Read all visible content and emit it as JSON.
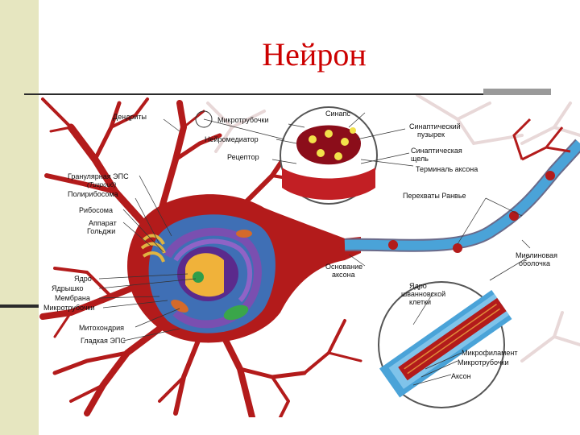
{
  "slide": {
    "title": "Нейрон"
  },
  "labels": {
    "dendrites": "Дендриты",
    "microtubules_top": "Микротрубочки",
    "neurotransmitter": "Нейромедиатор",
    "receptor": "Рецептор",
    "granular_er": "Гранулярная ЭПС",
    "granular_er_note": "(Тигроид)",
    "polyribosome": "Полирибосома",
    "ribosome": "Рибосома",
    "golgi_line1": "Аппарат",
    "golgi_line2": "Гольджи",
    "nucleus": "Ядро",
    "nucleolus": "Ядрышко",
    "membrane": "Мембрана",
    "microtubules_left": "Микротрубочки",
    "mitochondria": "Митохондрия",
    "smooth_er": "Гладкая ЭПС",
    "synapse": "Синапс",
    "synaptic_vesicle_line1": "Синаптический",
    "synaptic_vesicle_line2": "пузырек",
    "synaptic_cleft_line1": "Синаптическая",
    "synaptic_cleft_line2": "щель",
    "axon_terminal": "Терминаль аксона",
    "nodes_of_ranvier": "Перехваты Ранвье",
    "myelin_line1": "Миелиновая",
    "myelin_line2": "оболочка",
    "axon_hillock_line1": "Основание",
    "axon_hillock_line2": "аксона",
    "schwann_line1": "Ядро",
    "schwann_line2": "шванновской",
    "schwann_line3": "клетки",
    "microfilament": "Микрофиламент",
    "microtubules_axon": "Микротрубочки",
    "axon": "Аксон"
  },
  "colors": {
    "title": "#cc0000",
    "neuron_body": "#b31b1b",
    "cytoplasm": "#3f6fb5",
    "nucleus": "#5b2a8c",
    "myelin": "#4aa3d8",
    "band": "#e6e6c0"
  }
}
